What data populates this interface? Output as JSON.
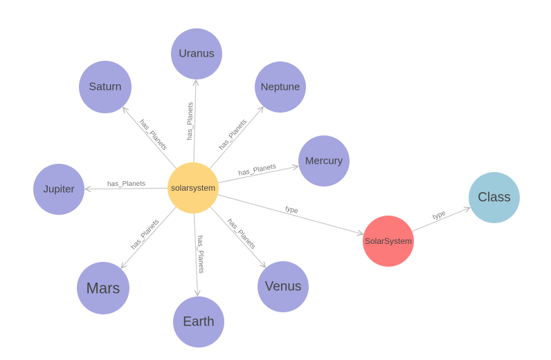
{
  "colors": {
    "planet": "#a5a5e0",
    "center": "#fdd57e",
    "class_node": "#fd7a7a",
    "type_node": "#9ecbdc",
    "edge": "#c8c8c8"
  },
  "nodes": {
    "solarsystem": {
      "label": "solarsystem"
    },
    "Saturn": {
      "label": "Saturn"
    },
    "Uranus": {
      "label": "Uranus"
    },
    "Neptune": {
      "label": "Neptune"
    },
    "Mercury": {
      "label": "Mercury"
    },
    "Jupiter": {
      "label": "Jupiter"
    },
    "Mars": {
      "label": "Mars"
    },
    "Earth": {
      "label": "Earth"
    },
    "Venus": {
      "label": "Venus"
    },
    "SolarSystem": {
      "label": "SolarSystem"
    },
    "Class": {
      "label": "Class"
    }
  },
  "edges": [
    {
      "from": "solarsystem",
      "to": "Saturn",
      "label": "has_Planets"
    },
    {
      "from": "solarsystem",
      "to": "Uranus",
      "label": "has_Planets"
    },
    {
      "from": "solarsystem",
      "to": "Neptune",
      "label": "has_Planets"
    },
    {
      "from": "solarsystem",
      "to": "Mercury",
      "label": "has_Planets"
    },
    {
      "from": "solarsystem",
      "to": "Jupiter",
      "label": "has_Planets"
    },
    {
      "from": "solarsystem",
      "to": "Mars",
      "label": "has_Planets"
    },
    {
      "from": "solarsystem",
      "to": "Earth",
      "label": "has_Planets"
    },
    {
      "from": "solarsystem",
      "to": "Venus",
      "label": "has_Planets"
    },
    {
      "from": "solarsystem",
      "to": "SolarSystem",
      "label": "type"
    },
    {
      "from": "SolarSystem",
      "to": "Class",
      "label": "type"
    }
  ]
}
